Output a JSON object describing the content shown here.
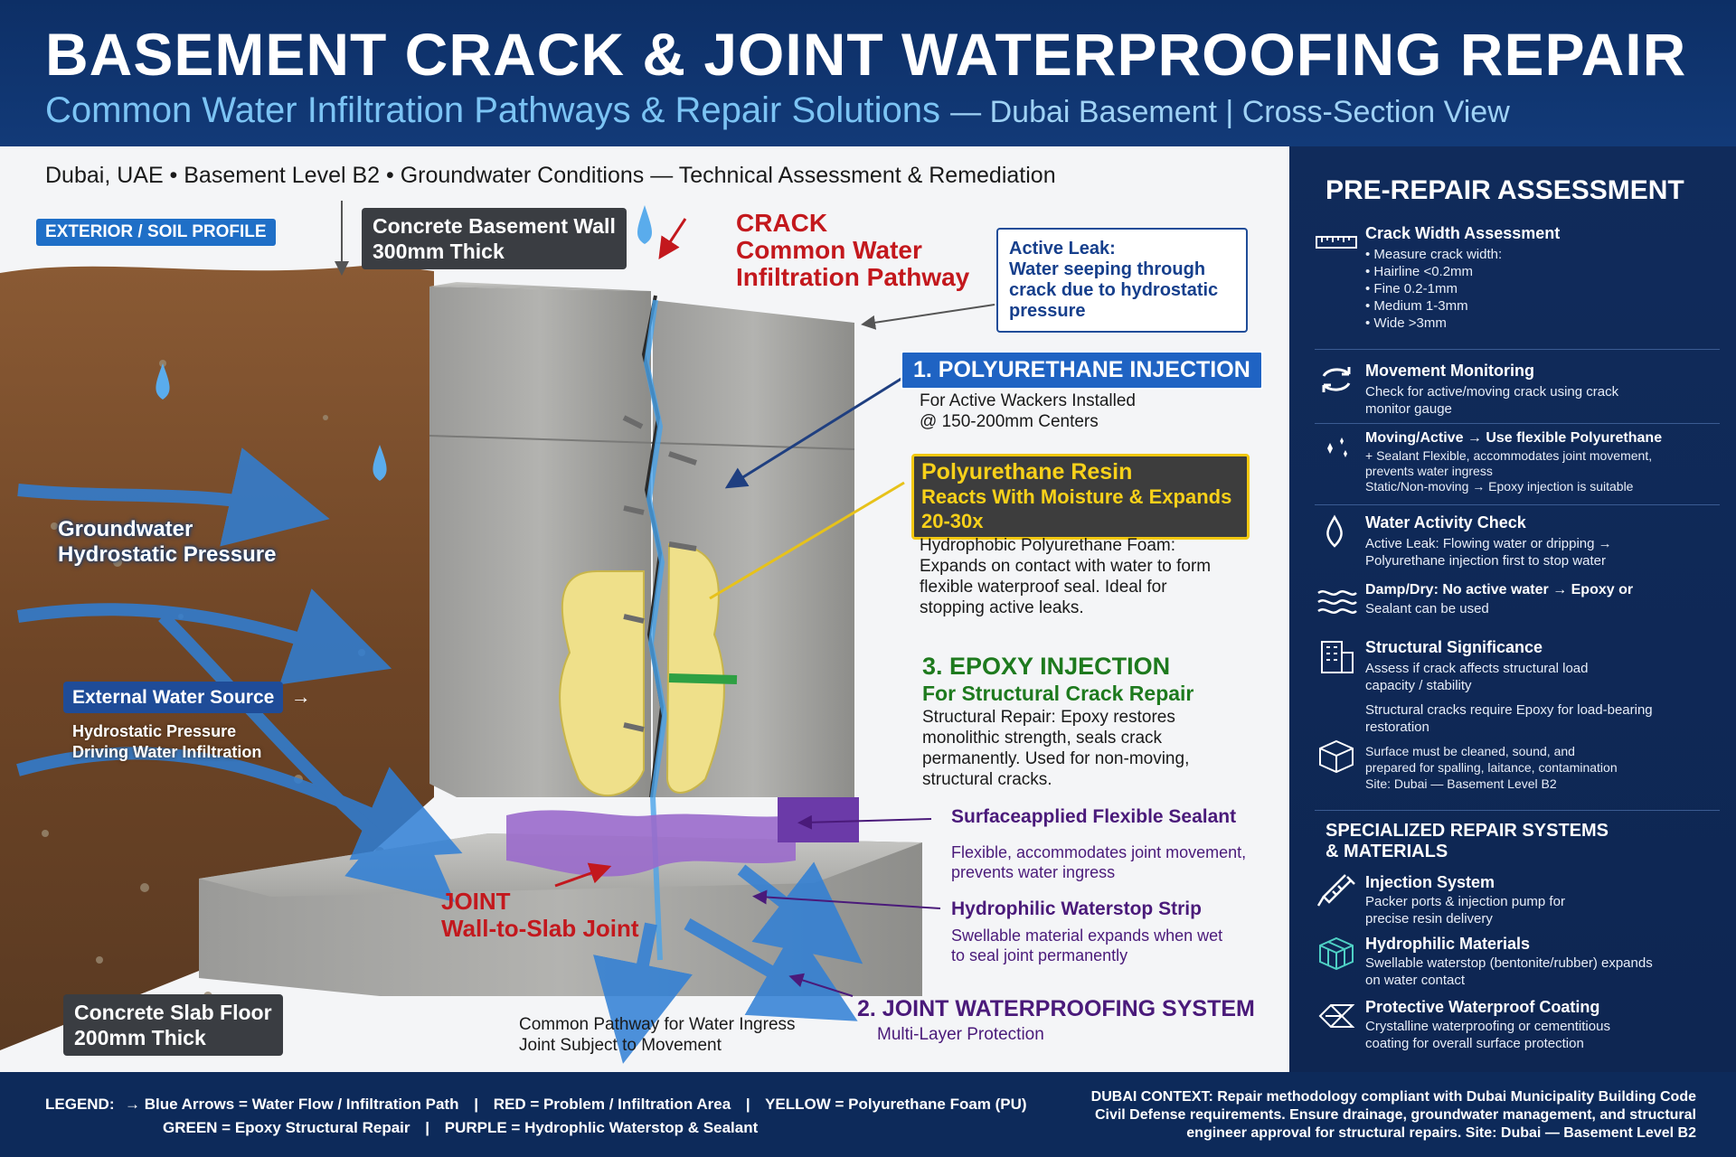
{
  "header": {
    "title": "BASEMENT CRACK & JOINT WATERPROOFING REPAIR",
    "subtitle": "Common Water Infiltration Pathways & Repair Solutions",
    "subtitle_tail": "— Dubai Basement | Cross-Section View"
  },
  "diagram": {
    "meta_line": "Dubai, UAE • Basement Level B2 • Groundwater Conditions — Technical Assessment & Remediation",
    "exterior_tag": "EXTERIOR / SOIL PROFILE",
    "wall_label": [
      "Concrete Basement Wall",
      "300mm Thick"
    ],
    "crack_title": [
      "CRACK",
      "Common Water",
      "Infiltration Pathway"
    ],
    "active_leak": [
      "Active Leak:",
      "Water seeping through",
      "crack due to hydrostatic",
      "pressure"
    ],
    "pu_banner": "1. POLYURETHANE INJECTION",
    "pu_body": [
      "For Active Wackers Installed",
      "@ 150-200mm Centers"
    ],
    "resin_box": [
      "Polyurethane Resin",
      "Reacts With Moisture & Expands",
      "20-30x"
    ],
    "resin_body": [
      "Hydrophobic Polyurethane Foam:",
      "Expands on contact with water to form",
      "flexible waterproof seal. Ideal for",
      "stopping active leaks."
    ],
    "groundwater_label": [
      "Groundwater",
      "Hydrostatic Pressure"
    ],
    "external_tag": "External Water Source",
    "external_arrow": "→",
    "external_body": [
      "Hydrostatic Pressure",
      "Driving Water Infiltration"
    ],
    "epoxy_title": "3. EPOXY INJECTION",
    "epoxy_sub": "For Structural Crack Repair",
    "epoxy_body": [
      "Structural Repair: Epoxy restores",
      "monolithic strength, seals crack",
      "permanently. Used for non-moving,",
      "structural cracks."
    ],
    "sealant_title": "Surfaceapplied Flexible Sealant",
    "sealant_body": [
      "Flexible, accommodates joint movement,",
      "prevents water ingress"
    ],
    "waterstop_title": "Hydrophilic Waterstop Strip",
    "waterstop_body": [
      "Swellable material expands when wet",
      "to seal joint permanently"
    ],
    "joint_title": [
      "JOINT",
      "Wall-to-Slab Joint"
    ],
    "slab_label": [
      "Concrete Slab Floor",
      "200mm Thick"
    ],
    "pathway_body": [
      "Common Pathway for Water Ingress",
      "Joint Subject to Movement"
    ],
    "joint_system_title": "2. JOINT WATERPROOFING SYSTEM",
    "joint_system_sub": "Multi-Layer Protection"
  },
  "sidebar": {
    "assessment_title": "PRE-REPAIR ASSESSMENT",
    "items": [
      {
        "icon": "ruler-icon",
        "title": "Crack Width Assessment",
        "lines": [
          "• Measure crack width:",
          "• Hairline <0.2mm",
          "• Fine 0.2-1mm",
          "• Medium 1-3mm",
          "• Wide >3mm"
        ]
      },
      {
        "icon": "arrows-cycle-icon",
        "title": "Movement Monitoring",
        "lines": [
          "Check for active/moving crack using crack",
          "monitor gauge"
        ]
      },
      {
        "icon": "sparkle-icon",
        "title": "Moving/Active → Use flexible Polyurethane",
        "lines": [
          "+ Sealant   Flexible, accommodates joint movement,",
          "prevents water ingress",
          "Static/Non-moving → Epoxy injection is suitable"
        ]
      },
      {
        "icon": "water-drop-icon",
        "title": "Water Activity Check",
        "lines": [
          "Active Leak: Flowing water or dripping →",
          "Polyurethane injection first to stop water"
        ]
      },
      {
        "icon": "waves-icon",
        "title": "Damp/Dry: No active water → Epoxy or",
        "lines": [
          "Sealant can be used"
        ]
      },
      {
        "icon": "building-icon",
        "title": "Structural Significance",
        "lines": [
          "Assess if crack affects structural load",
          "capacity / stability",
          "Structural cracks require Epoxy for load-bearing",
          "restoration"
        ]
      },
      {
        "icon": "cube-icon",
        "title": "",
        "lines": [
          "Surface must be cleaned, sound, and",
          "prepared for spalling, laitance, contamination",
          "Site: Dubai — Basement Level B2"
        ]
      }
    ],
    "systems_title": [
      "SPECIALIZED REPAIR SYSTEMS",
      "& MATERIALS"
    ],
    "systems": [
      {
        "icon": "syringe-icon",
        "title": "Injection System",
        "lines": [
          "Packer ports & injection pump for",
          "precise resin delivery"
        ]
      },
      {
        "icon": "cube-grid-icon",
        "title": "Hydrophilic Materials",
        "lines": [
          "Swellable waterstop (bentonite/rubber) expands",
          "on water contact"
        ]
      },
      {
        "icon": "coating-icon",
        "title": "Protective Waterproof Coating",
        "lines": [
          "Crystalline waterproofing or cementitious",
          "coating for overall surface protection"
        ]
      }
    ]
  },
  "footer": {
    "legend_label": "LEGEND:",
    "legend_row1": [
      "→ Blue Arrows = Water Flow / Infiltration Path",
      "|",
      "RED = Problem / Infiltration Area",
      "|",
      "YELLOW = Polyurethane Foam (PU)"
    ],
    "legend_row2": [
      "GREEN = Epoxy Structural Repair",
      "|",
      "PURPLE = Hydrophlic Waterstop & Sealant"
    ],
    "context": [
      "DUBAI CONTEXT: Repair methodology compliant with Dubai Municipality Building Code",
      "Civil Defense requirements. Ensure drainage, groundwater management, and structural",
      "engineer approval for structural repairs. Site: Dubai — Basement Level B2"
    ]
  },
  "colors": {
    "header_bg": "#0d2f66",
    "accent_blue": "#1f63c3",
    "crack_red": "#c3181d",
    "foam_yellow": "#f2c80f",
    "epoxy_green": "#1e7a1e",
    "sealant_purple": "#6b3aa8"
  }
}
